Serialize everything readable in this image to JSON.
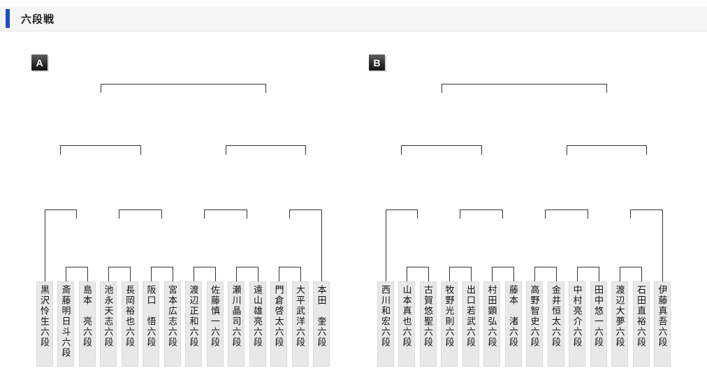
{
  "header": {
    "title": "六段戦",
    "accent_color": "#1e4fc2",
    "background_color": "#f5f5f6"
  },
  "bracket": {
    "line_color": "#333333",
    "player_box_color": "#e8e8e8",
    "byes": [
      1,
      14
    ],
    "first_round_pairs": [
      [
        2,
        3
      ],
      [
        4,
        5
      ],
      [
        6,
        7
      ],
      [
        8,
        9
      ],
      [
        10,
        11
      ],
      [
        12,
        13
      ]
    ]
  },
  "sections": [
    {
      "label": "A",
      "players": [
        "黒沢怜生六段",
        "斎藤明日斗六段",
        "島本　亮六段",
        "池永天志六段",
        "長岡裕也六段",
        "阪口　悟六段",
        "宮本広志六段",
        "渡辺正和六段",
        "佐藤慎一六段",
        "瀬川晶司六段",
        "遠山雄亮六段",
        "門倉啓太六段",
        "大平武洋六段",
        "本田　奎六段"
      ]
    },
    {
      "label": "B",
      "players": [
        "西川和宏六段",
        "山本真也六段",
        "古賀悠聖六段",
        "牧野光則六段",
        "出口若武六段",
        "村田顕弘六段",
        "藤本　渚六段",
        "高野智史六段",
        "金井恒太六段",
        "中村亮介六段",
        "田中悠一六段",
        "渡辺大夢六段",
        "石田直裕六段",
        "伊藤真吾六段"
      ]
    }
  ]
}
